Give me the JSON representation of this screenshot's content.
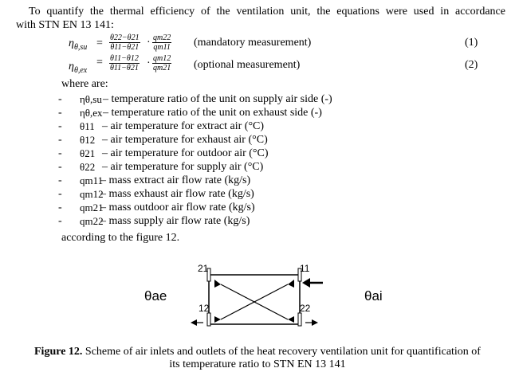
{
  "intro": {
    "line1": "To quantify the thermal efficiency of the ventilation unit, the equations were used in accordance",
    "line2": "with STN EN 13 141:"
  },
  "equations": [
    {
      "symbol": "η",
      "subscript": "θ,su",
      "numerator1": "θ22−θ21",
      "denominator1": "θ11−θ21",
      "numerator2": "qm22",
      "denominator2": "qm11",
      "note": "(mandatory measurement)",
      "number": "(1)"
    },
    {
      "symbol": "η",
      "subscript": "θ,ex",
      "numerator1": "θ11−θ12",
      "denominator1": "θ11−θ21",
      "numerator2": "qm12",
      "denominator2": "qm21",
      "note": "(optional measurement)",
      "number": "(2)"
    }
  ],
  "where_label": "where are:",
  "definitions": [
    {
      "bullet": "-",
      "symbol": "ηθ,su",
      "description": "– temperature ratio of the unit on supply air side (-)"
    },
    {
      "bullet": "-",
      "symbol": "ηθ,ex",
      "description": "– temperature ratio of the unit on exhaust side (-)"
    },
    {
      "bullet": "-",
      "symbol": "θ11",
      "description": "– air temperature for extract air (°C)"
    },
    {
      "bullet": "-",
      "symbol": "θ12",
      "description": "– air temperature for exhaust air (°C)"
    },
    {
      "bullet": "-",
      "symbol": "θ21",
      "description": "– air temperature for outdoor air (°C)"
    },
    {
      "bullet": "-",
      "symbol": "θ22",
      "description": "– air temperature for supply air (°C)"
    },
    {
      "bullet": "-",
      "symbol": "qm11",
      "description": "– mass extract air flow rate (kg/s)"
    },
    {
      "bullet": "-",
      "symbol": "qm12",
      "description": "– mass exhaust air flow rate (kg/s)"
    },
    {
      "bullet": "-",
      "symbol": "qm21",
      "description": "– mass outdoor air flow rate (kg/s)"
    },
    {
      "bullet": "-",
      "symbol": "qm22",
      "description": "– mass supply air flow rate (kg/s)"
    }
  ],
  "according": "according to the figure 12.",
  "diagram": {
    "left_label": "θae",
    "right_label": "θai",
    "port_labels": [
      "21",
      "11",
      "12",
      "22"
    ]
  },
  "caption": {
    "bold": "Figure 12.",
    "text": " Scheme of air inlets and outlets of the heat recovery ventilation unit for quantification of",
    "text2": "its temperature ratio to STN EN 13 141"
  }
}
